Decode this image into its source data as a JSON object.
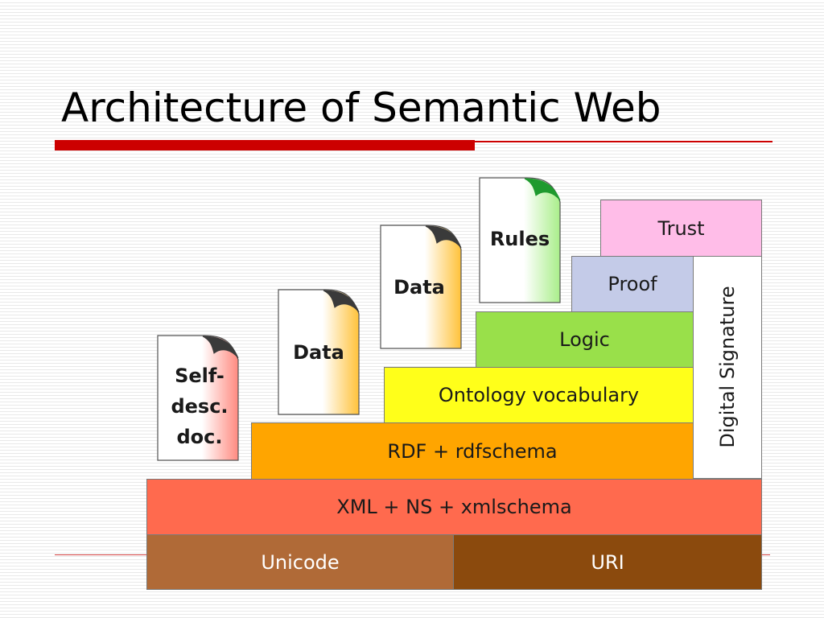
{
  "slide": {
    "title": "Architecture of Semantic Web"
  },
  "diagram": {
    "layers": [
      {
        "id": "unicode",
        "label": "Unicode",
        "color": "#b06a37"
      },
      {
        "id": "uri",
        "label": "URI",
        "color": "#8b4a0d"
      },
      {
        "id": "xml",
        "label": "XML + NS + xmlschema",
        "color": "#ff6a4e"
      },
      {
        "id": "rdf",
        "label": "RDF + rdfschema",
        "color": "#ffa500"
      },
      {
        "id": "ontology",
        "label": "Ontology vocabulary",
        "color": "#ffff1a"
      },
      {
        "id": "logic",
        "label": "Logic",
        "color": "#99e04a"
      },
      {
        "id": "proof",
        "label": "Proof",
        "color": "#c4cbe8"
      },
      {
        "id": "trust",
        "label": "Trust",
        "color": "#ffbde8"
      },
      {
        "id": "signature",
        "label": "Digital Signature",
        "color": "#ffffff"
      }
    ],
    "documents": [
      {
        "id": "self-desc-doc",
        "lines": [
          "Self-",
          "desc.",
          "doc."
        ],
        "fold_color": "#3a3a3a",
        "fill_color": "#ff8a80"
      },
      {
        "id": "data-1",
        "lines": [
          "Data"
        ],
        "fold_color": "#3a3a3a",
        "fill_color": "#ffc23a"
      },
      {
        "id": "data-2",
        "lines": [
          "Data"
        ],
        "fold_color": "#3a3a3a",
        "fill_color": "#ffc23a"
      },
      {
        "id": "rules",
        "lines": [
          "Rules"
        ],
        "fold_color": "#1e9a2e",
        "fill_color": "#a9ee8a"
      }
    ]
  }
}
